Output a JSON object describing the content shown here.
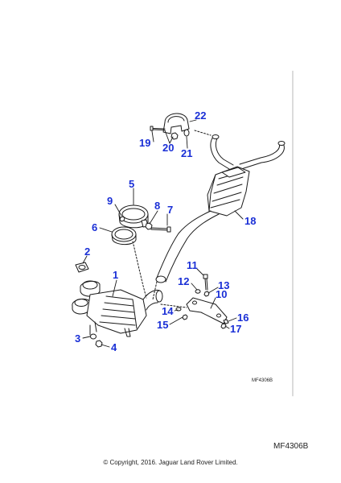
{
  "diagram": {
    "part_labels": [
      "1",
      "2",
      "3",
      "4",
      "5",
      "6",
      "7",
      "8",
      "9",
      "10",
      "11",
      "12",
      "13",
      "14",
      "15",
      "16",
      "17",
      "18",
      "19",
      "20",
      "21",
      "22"
    ],
    "reference_small": "MF4306B",
    "reference_large": "MF4306B",
    "copyright": "© Copyright, 2016. Jaguar Land Rover Limited.",
    "line_color": "#1a1a1a",
    "label_color": "#1a2fd6"
  }
}
